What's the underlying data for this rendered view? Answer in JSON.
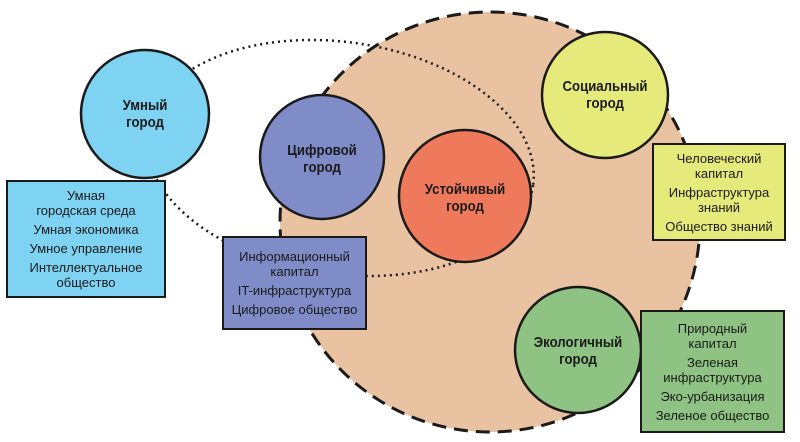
{
  "circles": {
    "smart": {
      "title_line1": "Умный",
      "title_line2": "город",
      "color": "#7fd3f2"
    },
    "digital": {
      "title_line1": "Цифровой",
      "title_line2": "город",
      "color": "#7f8cc8"
    },
    "sustainable": {
      "title_line1": "Устойчивый",
      "title_line2": "город",
      "color": "#ef7a5b"
    },
    "social": {
      "title_line1": "Социальный",
      "title_line2": "город",
      "color": "#e6ea7a"
    },
    "ecological": {
      "title_line1": "Экологичный",
      "title_line2": "город",
      "color": "#8fc383"
    },
    "big": {
      "color": "#e9c2a2"
    }
  },
  "boxes": {
    "smart": {
      "color": "#7fd3f2",
      "items": [
        "Умная\nгородская среда",
        "Умная экономика",
        "Умное управление",
        "Интеллектуальное\nобщество"
      ]
    },
    "digital": {
      "color": "#7f8cc8",
      "items": [
        "Информационный\nкапитал",
        "IT-инфраструктура",
        "Цифровое общество"
      ]
    },
    "social": {
      "color": "#e6ea7a",
      "items": [
        "Человеческий\nкапитал",
        "Инфраструктура\nзнаний",
        "Общество знаний"
      ]
    },
    "ecological": {
      "color": "#8fc383",
      "items": [
        "Природный\nкапитал",
        "Зеленая\nинфраструктура",
        "Эко-урбанизация",
        "Зеленое общество"
      ]
    }
  }
}
